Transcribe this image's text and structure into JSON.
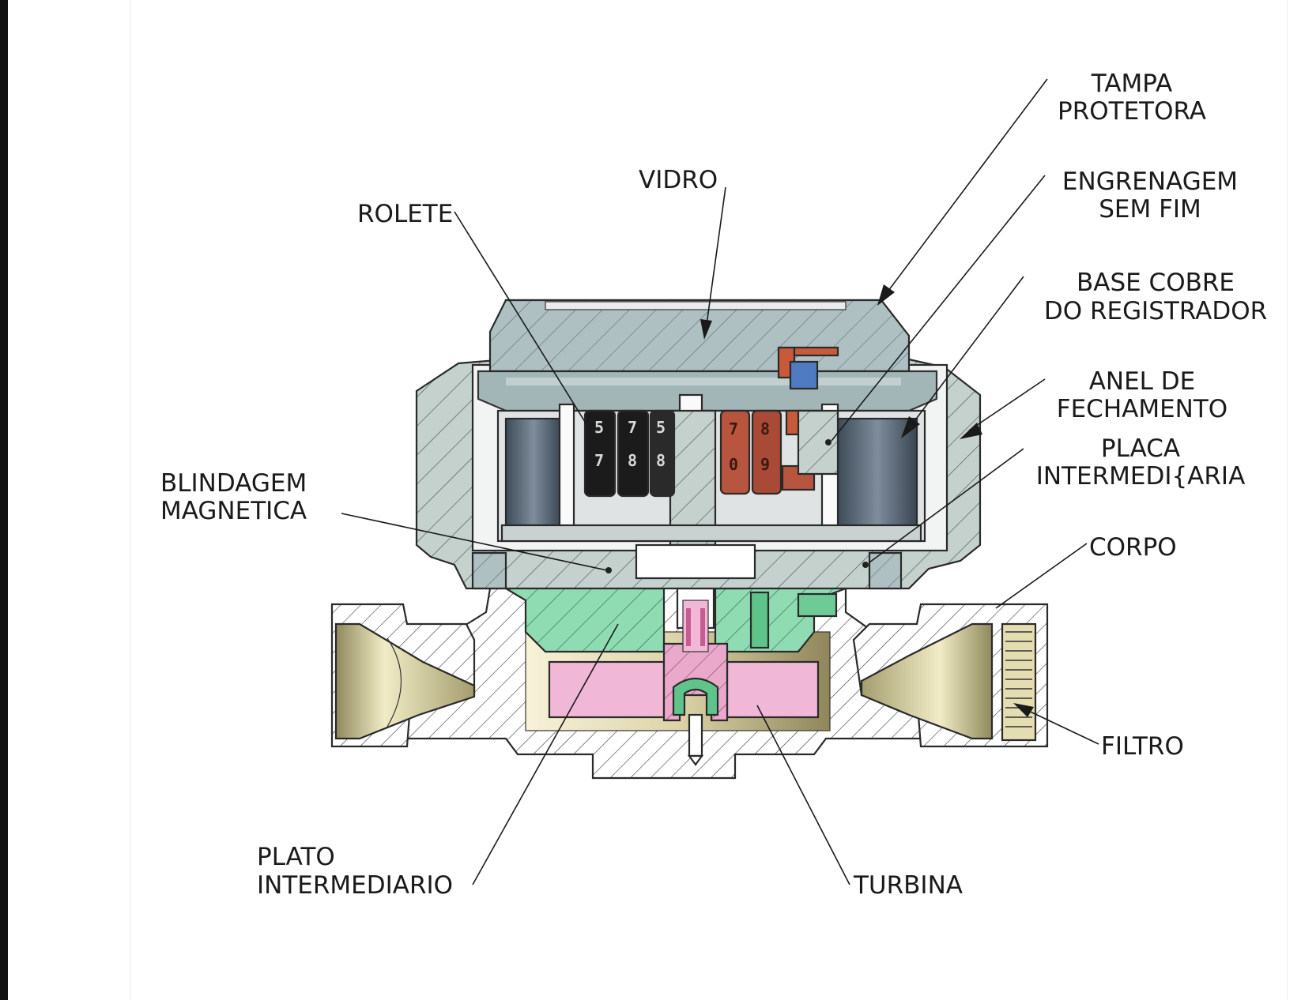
{
  "diagram": {
    "labels": {
      "tampa": [
        "TAMPA",
        "PROTETORA"
      ],
      "engrenagem": [
        "ENGRENAGEM",
        "SEM FIM"
      ],
      "base": [
        "BASE COBRE",
        "DO REGISTRADOR"
      ],
      "anel": [
        "ANEL DE",
        "FECHAMENTO"
      ],
      "placa": [
        "PLACA",
        "INTERMEDI{ARIA"
      ],
      "corpo": "CORPO",
      "filtro": "FILTRO",
      "vidro": "VIDRO",
      "rolete": "ROLETE",
      "blindagem": [
        "BLINDAGEM",
        "MAGNETICA"
      ],
      "plato": [
        "PLATO",
        "INTERMEDIARIO"
      ],
      "turbina": "TURBINA"
    },
    "counter_black": [
      "5",
      "7",
      "5",
      "7",
      "8",
      "8"
    ],
    "counter_red": [
      "7",
      "8",
      "0",
      "9"
    ],
    "colors": {
      "body": "#c4d1cc",
      "cover": "#b7c7c4",
      "glass": "#9eb3b5",
      "plate": "#8fdcb3",
      "turbine": "#f1b7d7",
      "brass": "#cdc59a",
      "counter_red": "#b7553f",
      "gear_blue": "#4f7bc2",
      "dark_drum": "#5c6870"
    }
  }
}
